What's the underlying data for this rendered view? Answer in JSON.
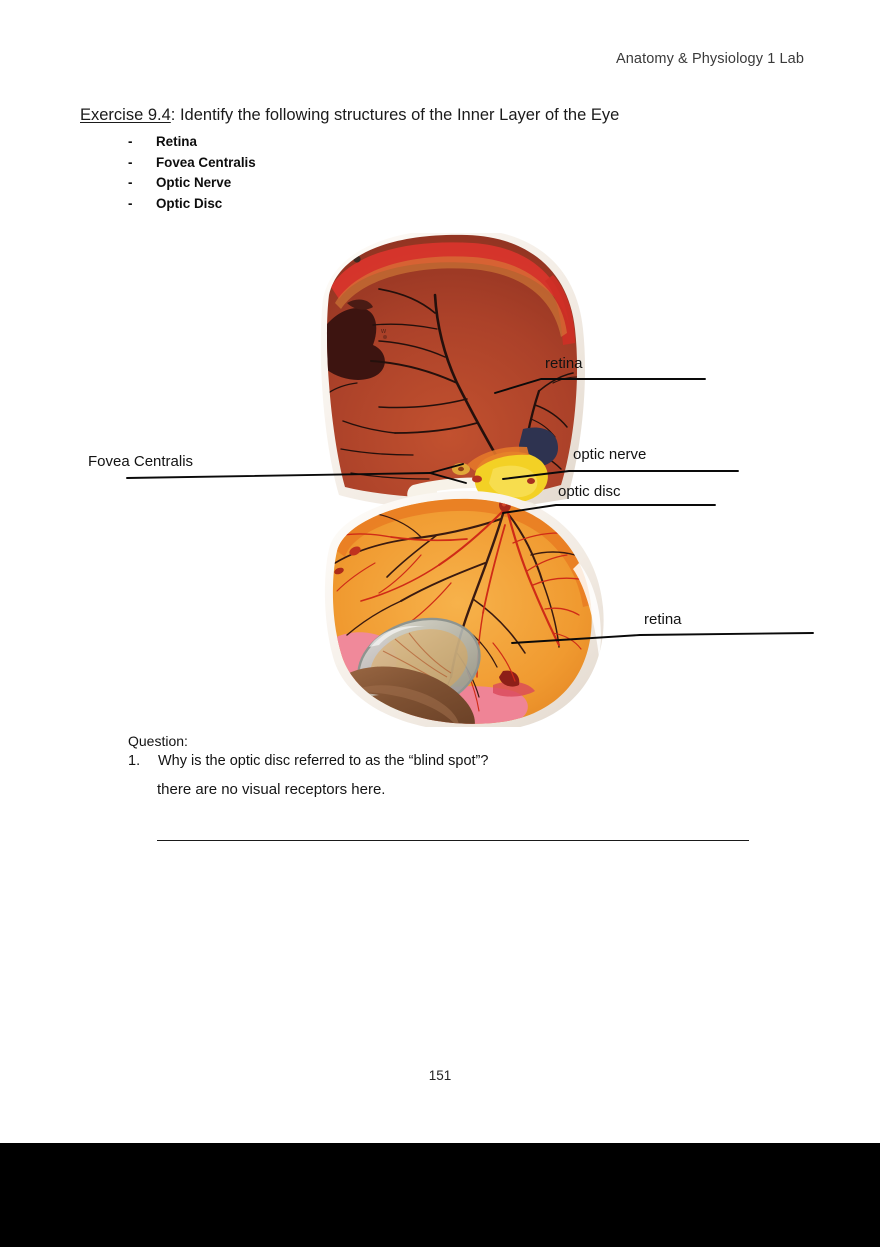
{
  "header": {
    "course": "Anatomy & Physiology 1 Lab"
  },
  "title": {
    "exercise_label": "Exercise 9.4",
    "rest": ": Identify the following structures of the Inner Layer of the Eye"
  },
  "structures": {
    "bullet": "-",
    "items": [
      {
        "label": "Retina"
      },
      {
        "label": "Fovea Centralis"
      },
      {
        "label": "Optic Nerve"
      },
      {
        "label": "Optic Disc"
      }
    ]
  },
  "figure": {
    "alt": "Photograph of an anatomical eye model opened into upper and lower halves showing the inner layer",
    "annotations": [
      {
        "name": "retina-top",
        "label": "retina"
      },
      {
        "name": "optic-nerve",
        "label": "optic nerve"
      },
      {
        "name": "optic-disc",
        "label": "optic disc"
      },
      {
        "name": "retina-bottom",
        "label": "retina"
      },
      {
        "name": "fovea-centralis",
        "label": "Fovea Centralis"
      }
    ],
    "colors": {
      "sclera": "#f4efe9",
      "choroid_red": "#d8352c",
      "upper_retina": "#b0452c",
      "lower_fundus": "#f2a03a",
      "optic_nerve_yellow": "#f3d125",
      "optic_disc_red": "#b32a1c",
      "lens_grey": "#bfc4c0",
      "iris_brown": "#8a5a3c",
      "tissue_pink": "#f0899a",
      "vessel_dark": "#2a1410",
      "vessel_red": "#cf2b17"
    }
  },
  "question": {
    "heading": "Question:",
    "number": "1.",
    "text": "Why is the optic disc referred to as the “blind spot”?",
    "answer": "there are no visual receptors here."
  },
  "footer": {
    "page_number": "151"
  }
}
